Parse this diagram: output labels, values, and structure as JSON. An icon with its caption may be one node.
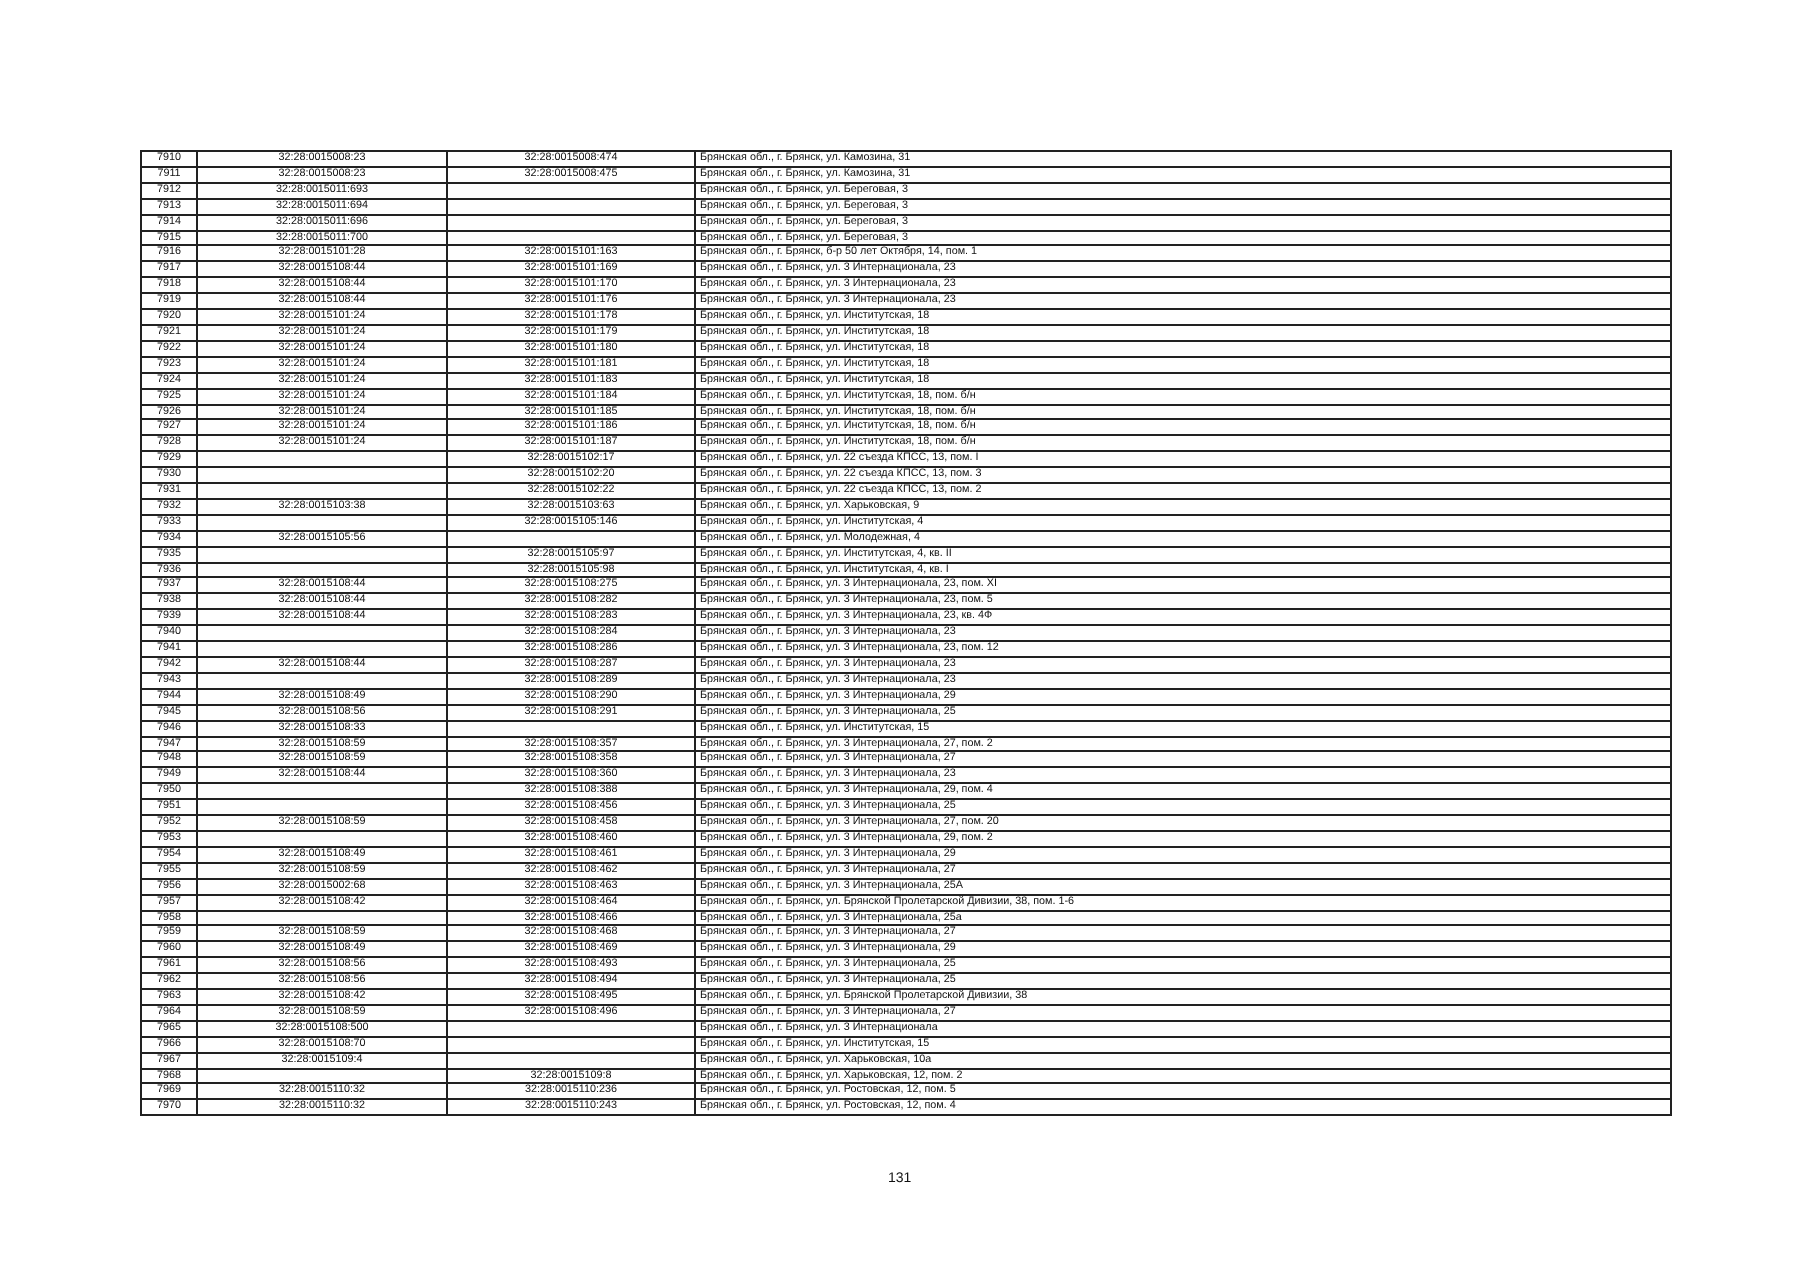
{
  "diagram": {
    "labels": [
      "7910",
      "32:28:0015008:23",
      "32:28:0015008:474",
      "Брянская обл., г. Брянск, ул. Камозина, 31",
      "7911",
      "32:28:0015008:23",
      "32:28:0015008:475",
      "Брянская обл., г. Брянск, ул. Камозина, 31",
      "7912",
      "32:28:0015011:693",
      "Брянская обл., г. Брянск, ул. Береговая, 3",
      "7913",
      "32:28:0015011:694",
      "Брянская обл., г. Брянск, ул. Береговая, 3",
      "7914",
      "32:28:0015011:696",
      "Брянская обл., г. Брянск, ул. Береговая, 3",
      "7915",
      "32:28:0015011:700",
      "Брянская обл., г. Брянск, ул. Береговая, 3",
      "7916",
      "32:28:0015101:28",
      "32:28:0015101:163",
      "Брянская обл., г. Брянск, б-р 50 лет Октября, 14, пом. 1",
      "7917",
      "32:28:0015108:44",
      "32:28:0015101:169",
      "Брянская обл., г. Брянск, ул. 3 Интернационала, 23",
      "7918",
      "32:28:0015108:44",
      "32:28:0015101:170",
      "Брянская обл., г. Брянск, ул. 3 Интернационала, 23",
      "7919",
      "32:28:0015108:44",
      "32:28:0015101:176",
      "Брянская обл., г. Брянск, ул. 3 Интернационала, 23",
      "7920",
      "32:28:0015101:24",
      "32:28:0015101:178",
      "Брянская обл., г. Брянск, ул. Институтская, 18",
      "7921",
      "32:28:0015101:24",
      "32:28:0015101:179",
      "Брянская обл., г. Брянск, ул. Институтская, 18",
      "7922",
      "32:28:0015101:24",
      "32:28:0015101:180",
      "Брянская обл., г. Брянск, ул. Институтская, 18",
      "7923",
      "32:28:0015101:24",
      "32:28:0015101:181",
      "Брянская обл., г. Брянск, ул. Институтская, 18",
      "7924",
      "32:28:0015101:24",
      "32:28:0015101:183",
      "Брянская обл., г. Брянск, ул. Институтская, 18",
      "7925",
      "32:28:0015101:24",
      "32:28:0015101:184",
      "Брянская обл., г. Брянск, ул. Институтская, 18, пом. б/н",
      "7926",
      "32:28:0015101:24",
      "32:28:0015101:185",
      "Брянская обл., г. Брянск, ул. Институтская, 18, пом. б/н",
      "7927",
      "32:28:0015101:24",
      "32:28:0015101:186",
      "Брянская обл., г. Брянск, ул. Институтская, 18, пом. б/н",
      "7928",
      "32:28:0015101:24",
      "32:28:0015101:187",
      "Брянская обл., г. Брянск, ул. Институтская, 18, пом. б/н",
      "7929",
      "32:28:0015102:17",
      "Брянская обл., г. Брянск, ул. 22 съезда КПСС, 13, пом. I",
      "7930",
      "32:28:0015102:20",
      "Брянская обл., г. Брянск, ул. 22 съезда КПСС, 13, пом. 3",
      "7931",
      "32:28:0015102:22",
      "Брянская обл., г. Брянск, ул. 22 съезда КПСС, 13, пом. 2",
      "7932",
      "32:28:0015103:38",
      "32:28:0015103:63",
      "Брянская обл., г. Брянск, ул. Харьковская, 9",
      "7933",
      "32:28:0015105:146",
      "Брянская обл., г. Брянск, ул. Институтская, 4",
      "7934",
      "32:28:0015105:56",
      "Брянская обл., г. Брянск, ул. Молодежная, 4",
      "7935",
      "32:28:0015105:97",
      "Брянская обл., г. Брянск, ул. Институтская, 4, кв. II",
      "7936",
      "32:28:0015105:98",
      "Брянская обл., г. Брянск, ул. Институтская, 4, кв. I",
      "7937",
      "32:28:0015108:44",
      "32:28:0015108:275",
      "Брянская обл., г. Брянск, ул. 3 Интернационала, 23, пом. XI",
      "7938",
      "32:28:0015108:44",
      "32:28:0015108:282",
      "Брянская обл., г. Брянск, ул. 3 Интернационала, 23, пом. 5",
      "7939",
      "32:28:0015108:44",
      "32:28:0015108:283",
      "Брянская обл., г. Брянск, ул. 3 Интернационала, 23, кв. 4Ф",
      "7940",
      "32:28:0015108:284",
      "Брянская обл., г. Брянск, ул. 3 Интернационала, 23",
      "7941",
      "32:28:0015108:286",
      "Брянская обл., г. Брянск, ул. 3 Интернационала, 23, пом. 12",
      "7942",
      "32:28:0015108:44",
      "32:28:0015108:287",
      "Брянская обл., г. Брянск, ул. 3 Интернационала, 23",
      "7943",
      "32:28:0015108:289",
      "Брянская обл., г. Брянск, ул. 3 Интернационала, 23",
      "7944",
      "32:28:0015108:49",
      "32:28:0015108:290",
      "Брянская обл., г. Брянск, ул. 3 Интернационала, 29",
      "7945",
      "32:28:0015108:56",
      "32:28:0015108:291",
      "Брянская обл., г. Брянск, ул. 3 Интернационала, 25",
      "7946",
      "32:28:0015108:33",
      "Брянская обл., г. Брянск, ул. Институтская, 15",
      "7947",
      "32:28:0015108:59",
      "32:28:0015108:357",
      "Брянская обл., г. Брянск, ул. 3 Интернационала, 27, пом. 2",
      "7948",
      "32:28:0015108:59",
      "32:28:0015108:358",
      "Брянская обл., г. Брянск, ул. 3 Интернационала, 27",
      "7949",
      "32:28:0015108:44",
      "32:28:0015108:360",
      "Брянская обл., г. Брянск, ул. 3 Интернационала, 23",
      "7950",
      "32:28:0015108:388",
      "Брянская обл., г. Брянск, ул. 3 Интернационала, 29, пом. 4",
      "7951",
      "32:28:0015108:456",
      "Брянская обл., г. Брянск, ул. 3 Интернационала, 25",
      "7952",
      "32:28:0015108:59",
      "32:28:0015108:458",
      "Брянская обл., г. Брянск, ул. 3 Интернационала, 27, пом. 20",
      "7953",
      "32:28:0015108:460",
      "Брянская обл., г. Брянск, ул. 3 Интернационала, 29, пом. 2",
      "7954",
      "32:28:0015108:49",
      "32:28:0015108:461",
      "Брянская обл., г. Брянск, ул. 3 Интернационала, 29",
      "7955",
      "32:28:0015108:59",
      "32:28:0015108:462",
      "Брянская обл., г. Брянск, ул. 3 Интернационала, 27",
      "7956",
      "32:28:0015002:68",
      "32:28:0015108:463",
      "Брянская обл., г. Брянск, ул. 3 Интернационала, 25А",
      "7957",
      "32:28:0015108:42",
      "32:28:0015108:464",
      "Брянская обл., г. Брянск, ул. Брянской Пролетарской Дивизии, 38, пом. 1-6",
      "7958",
      "32:28:0015108:466",
      "Брянская обл., г. Брянск, ул. 3 Интернационала, 25а",
      "7959",
      "32:28:0015108:59",
      "32:28:0015108:468",
      "Брянская обл., г. Брянск, ул. 3 Интернационала, 27",
      "7960",
      "32:28:0015108:49",
      "32:28:0015108:469",
      "Брянская обл., г. Брянск, ул. 3 Интернационала, 29",
      "7961",
      "32:28:0015108:56",
      "32:28:0015108:493",
      "Брянская обл., г. Брянск, ул. 3 Интернационала, 25",
      "7962",
      "32:28:0015108:56",
      "32:28:0015108:494",
      "Брянская обл., г. Брянск, ул. 3 Интернационала, 25",
      "7963",
      "32:28:0015108:42",
      "32:28:0015108:495",
      "Брянская обл., г. Брянск, ул. Брянской Пролетарской Дивизии, 38",
      "7964",
      "32:28:0015108:59",
      "32:28:0015108:496",
      "Брянская обл., г. Брянск, ул. 3 Интернационала, 27",
      "7965",
      "32:28:0015108:500",
      "Брянская обл., г. Брянск, ул. 3 Интернационала",
      "7966",
      "32:28:0015108:70",
      "Брянская обл., г. Брянск, ул. Институтская, 15",
      "7967",
      "32:28:0015109:4",
      "Брянская обл., г. Брянск, ул. Харьковская, 10а",
      "7968",
      "32:28:0015109:8",
      "Брянская обл., г. Брянск, ул. Харьковская, 12, пом. 2",
      "7969",
      "32:28:0015110:32",
      "32:28:0015110:236",
      "Брянская обл., г. Брянск, ул. Ростовская, 12, пом. 5",
      "7970",
      "32:28:0015110:32",
      "32:28:0015110:243",
      "Брянская обл., г. Брянск, ул. Ростовская, 12, пом. 4",
      "131"
    ]
  }
}
